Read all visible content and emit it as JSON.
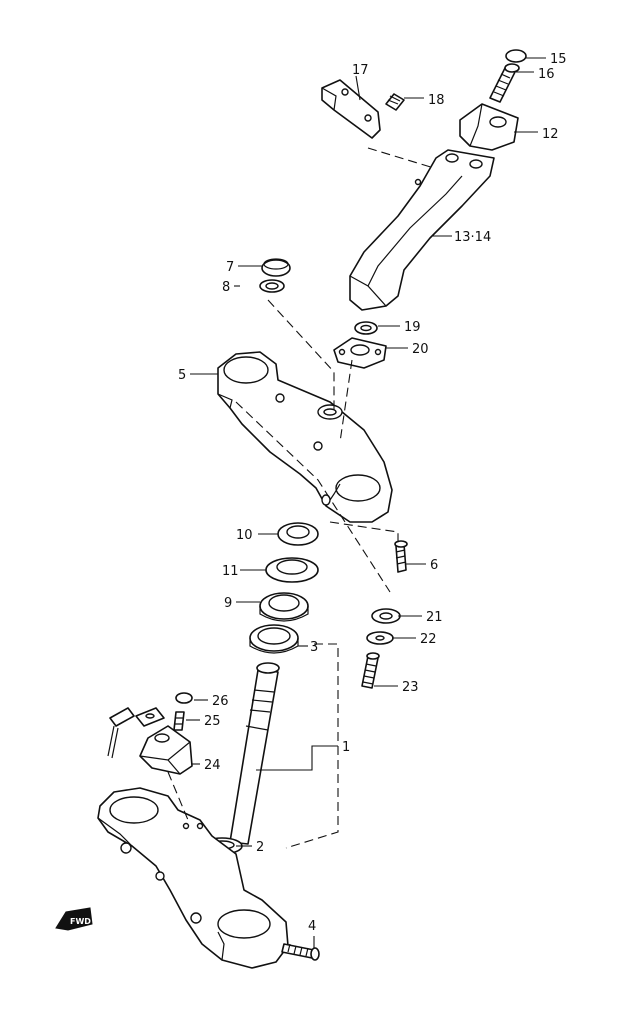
{
  "callouts": {
    "c1": "1",
    "c2": "2",
    "c3": "3",
    "c4": "4",
    "c5": "5",
    "c6": "6",
    "c7": "7",
    "c8": "8",
    "c9": "9",
    "c10": "10",
    "c11": "11",
    "c12": "12",
    "c13_14": "13·14",
    "c15": "15",
    "c16": "16",
    "c17": "17",
    "c18": "18",
    "c19": "19",
    "c20": "20",
    "c21": "21",
    "c22": "22",
    "c23": "23",
    "c24": "24",
    "c25": "25",
    "c26": "26"
  },
  "fwd_label": "FWD"
}
